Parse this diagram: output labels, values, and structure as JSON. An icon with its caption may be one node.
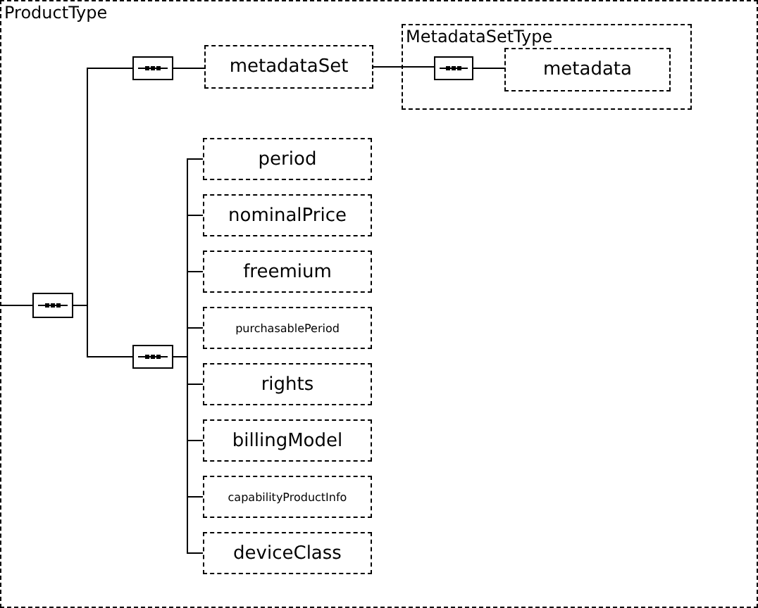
{
  "diagram": {
    "nodes": [
      {
        "text": [
          "ProductType"
        ]
      },
      {
        "text": [],
        "shape": "box",
        "in": 0
      },
      {
        "text": [],
        "shape": "box",
        "in": 0
      },
      {
        "text": [
          "metadataSet"
        ],
        "in": 0
      },
      {
        "text": [
          "MetadataSetType"
        ],
        "in": 0
      },
      {
        "text": [],
        "shape": "box",
        "in": 4
      },
      {
        "text": [
          "metadata"
        ],
        "in": 4
      },
      {
        "text": [],
        "shape": "box",
        "in": 0
      },
      {
        "text": [
          "period"
        ],
        "in": 0
      },
      {
        "text": [
          "nominalPrice"
        ],
        "in": 0
      },
      {
        "text": [
          "freemium"
        ],
        "in": 0
      },
      {
        "text": [
          "purchasablePeriod"
        ],
        "in": 0
      },
      {
        "text": [
          "rights"
        ],
        "in": 0
      },
      {
        "text": [
          "billingModel"
        ],
        "in": 0
      },
      {
        "text": [
          "capabilityProductInfo"
        ],
        "in": 0
      },
      {
        "text": [
          "deviceClass"
        ],
        "in": 0
      }
    ],
    "edges": [
      {
        "from": null,
        "to": 1,
        "arrow": "none"
      },
      {
        "from": 1,
        "to": 2,
        "arrow": "none"
      },
      {
        "from": 1,
        "to": 7,
        "arrow": "none"
      },
      {
        "from": 2,
        "to": 3,
        "arrow": "none"
      },
      {
        "from": 3,
        "to": 5,
        "arrow": "none"
      },
      {
        "from": 5,
        "to": 6,
        "arrow": "none"
      },
      {
        "from": 7,
        "to": 8,
        "arrow": "none"
      },
      {
        "from": 7,
        "to": 9,
        "arrow": "none"
      },
      {
        "from": 7,
        "to": 10,
        "arrow": "none"
      },
      {
        "from": 7,
        "to": 11,
        "arrow": "none"
      },
      {
        "from": 7,
        "to": 12,
        "arrow": "none"
      },
      {
        "from": 7,
        "to": 13,
        "arrow": "none"
      },
      {
        "from": 7,
        "to": 14,
        "arrow": "none"
      },
      {
        "from": 7,
        "to": 15,
        "arrow": "none"
      }
    ]
  }
}
